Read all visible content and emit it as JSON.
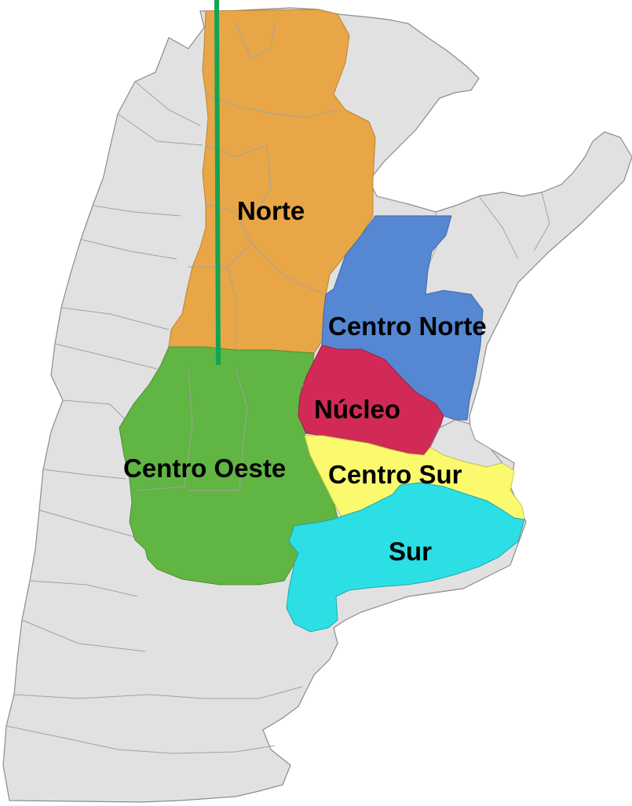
{
  "map": {
    "colors": {
      "background_land": "#e2e1e1",
      "province_border": "#8c8c8c",
      "norte": "#e8a646",
      "centro_norte": "#5687d3",
      "nucleo": "#d22a56",
      "centro_oeste": "#61b543",
      "centro_sur": "#fbfa6e",
      "sur": "#2cdfe5",
      "divider_line": "#12a454",
      "label_text": "#000000"
    },
    "regions": {
      "norte": {
        "label": "Norte"
      },
      "centro_norte": {
        "label": "Centro Norte"
      },
      "nucleo": {
        "label": "Núcleo"
      },
      "centro_oeste": {
        "label": "Centro Oeste"
      },
      "centro_sur": {
        "label": "Centro Sur"
      },
      "sur": {
        "label": "Sur"
      }
    }
  }
}
